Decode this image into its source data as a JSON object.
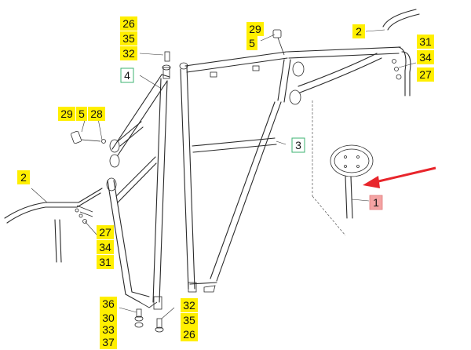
{
  "callouts": {
    "c26_top": "26",
    "c35_top": "35",
    "c32_top": "32",
    "c4": "4",
    "c29_left": "29",
    "c5_left": "5",
    "c28": "28",
    "c2_left": "2",
    "c27_left": "27",
    "c34_left": "34",
    "c31_left": "31",
    "c36": "36",
    "c30": "30",
    "c33": "33",
    "c37": "37",
    "c32_bot": "32",
    "c35_bot": "35",
    "c26_bot": "26",
    "c29_top": "29",
    "c5_top": "5",
    "c3": "3",
    "c2_right": "2",
    "c31_right": "31",
    "c34_right": "34",
    "c27_right": "27",
    "c1": "1"
  },
  "colors": {
    "tag_yellow": "#ffef00",
    "tag_green_border": "#3cb371",
    "tag_red_fill": "#f4a3a3",
    "arrow_red": "#e8252b"
  }
}
